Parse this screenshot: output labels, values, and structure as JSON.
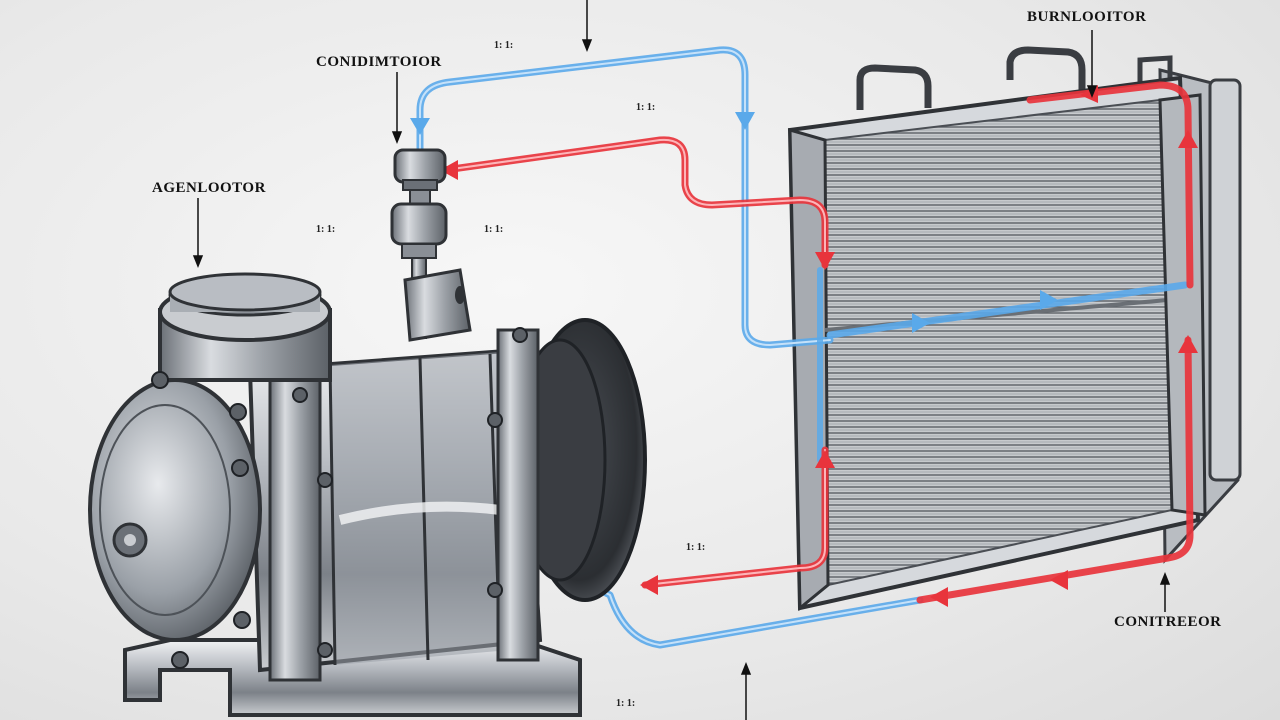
{
  "labels": {
    "condensator": "CONIDIMTOIOR",
    "agent": "AGENLOOTOR",
    "evaporator": "BURNLOOITOR",
    "compressor": "CONITREEOR"
  },
  "small_marks": {
    "m1": "1: 1:",
    "m2": "1: 1:",
    "m3": "1: 1:",
    "m4": "1: 1:",
    "m5": "1: 1:",
    "m6": "1: 1:"
  },
  "colors": {
    "hot_line": "#e8343c",
    "cold_line": "#5aa9ea",
    "metal_dark": "#3a3d42",
    "metal_mid": "#8a8f96",
    "metal_light": "#d6d9dd"
  }
}
